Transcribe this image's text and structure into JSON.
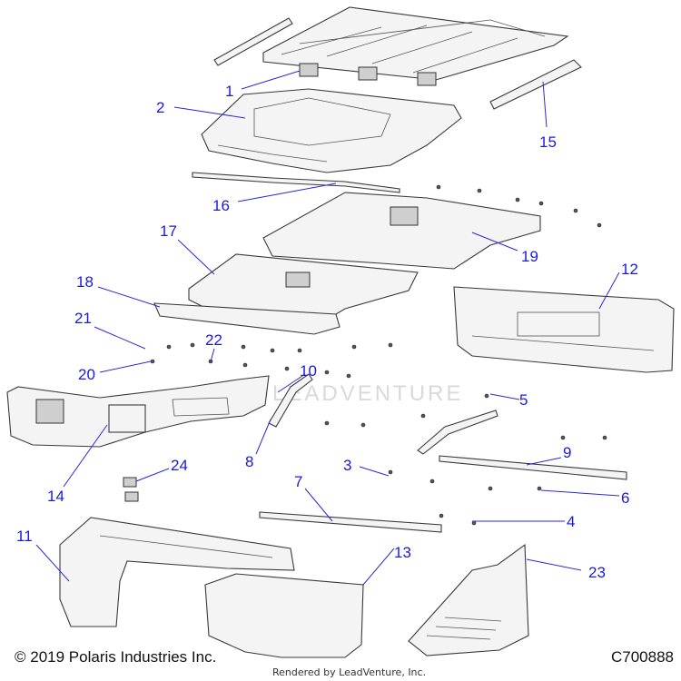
{
  "diagram": {
    "callouts": [
      {
        "id": "c1",
        "label": "1"
      },
      {
        "id": "c2",
        "label": "2"
      },
      {
        "id": "c3",
        "label": "3"
      },
      {
        "id": "c4",
        "label": "4"
      },
      {
        "id": "c5",
        "label": "5"
      },
      {
        "id": "c6",
        "label": "6"
      },
      {
        "id": "c7",
        "label": "7"
      },
      {
        "id": "c8",
        "label": "8"
      },
      {
        "id": "c9",
        "label": "9"
      },
      {
        "id": "c10",
        "label": "10"
      },
      {
        "id": "c11",
        "label": "11"
      },
      {
        "id": "c12",
        "label": "12"
      },
      {
        "id": "c13",
        "label": "13"
      },
      {
        "id": "c14",
        "label": "14"
      },
      {
        "id": "c15",
        "label": "15"
      },
      {
        "id": "c16",
        "label": "16"
      },
      {
        "id": "c17",
        "label": "17"
      },
      {
        "id": "c18",
        "label": "18"
      },
      {
        "id": "c19",
        "label": "19"
      },
      {
        "id": "c20",
        "label": "20"
      },
      {
        "id": "c21",
        "label": "21"
      },
      {
        "id": "c22",
        "label": "22"
      },
      {
        "id": "c23",
        "label": "23"
      },
      {
        "id": "c24",
        "label": "24"
      }
    ],
    "colors": {
      "callout": "#1a1adb",
      "line": "#3a3a3a",
      "fill": "#f4f4f4"
    }
  },
  "footer": {
    "copyright": "© 2019 Polaris Industries Inc.",
    "drawing_id": "C700888",
    "rendered_by": "Rendered by LeadVenture, Inc."
  },
  "watermark": {
    "text": "LEADVENTURE"
  }
}
